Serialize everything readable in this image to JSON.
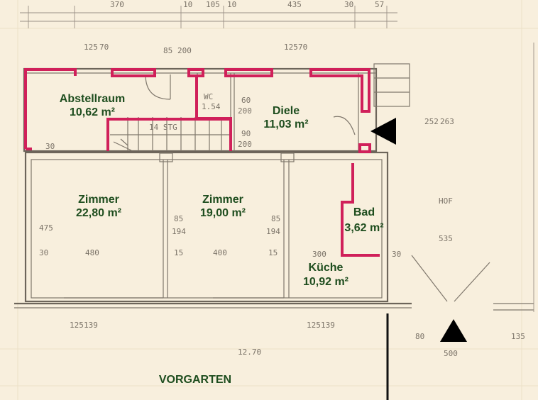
{
  "rooms": [
    {
      "name": "Abstellraum",
      "area": "10,62 m²"
    },
    {
      "name": "Diele",
      "area": "11,03 m²"
    },
    {
      "name": "Zimmer",
      "area": "22,80 m²"
    },
    {
      "name": "Zimmer",
      "area": "19,00 m²"
    },
    {
      "name": "Bad",
      "area": "3,62 m²"
    },
    {
      "name": "Küche",
      "area": "10,92 m²"
    }
  ],
  "outdoor": {
    "vorgarten": "VORGARTEN"
  },
  "pencil": {
    "top": [
      "370",
      "10",
      "105",
      "10",
      "435",
      "30",
      "57"
    ],
    "wc": "WC",
    "wc_area": "1.54",
    "stair": "14 STG",
    "hof": "HOF",
    "dims_left": [
      "475",
      "30",
      "480"
    ],
    "dims_mid": [
      "85",
      "194",
      "15",
      "400",
      "15"
    ],
    "dims_right": [
      "85",
      "194",
      "300"
    ],
    "dims_far": [
      "252",
      "263",
      "535",
      "30"
    ],
    "bottom": [
      "125",
      "139",
      "125",
      "139",
      "12.70",
      "80",
      "135",
      "500"
    ],
    "misc": [
      "125",
      "70",
      "85",
      "200",
      "125",
      "70",
      "60",
      "200",
      "90",
      "200",
      "30"
    ]
  },
  "colors": {
    "new_wall": "#d0205a",
    "label_text": "#1e4d1e",
    "paper": "#f8efdd"
  },
  "icons": [
    "entrance-arrow-icon",
    "entrance-arrow-icon"
  ]
}
